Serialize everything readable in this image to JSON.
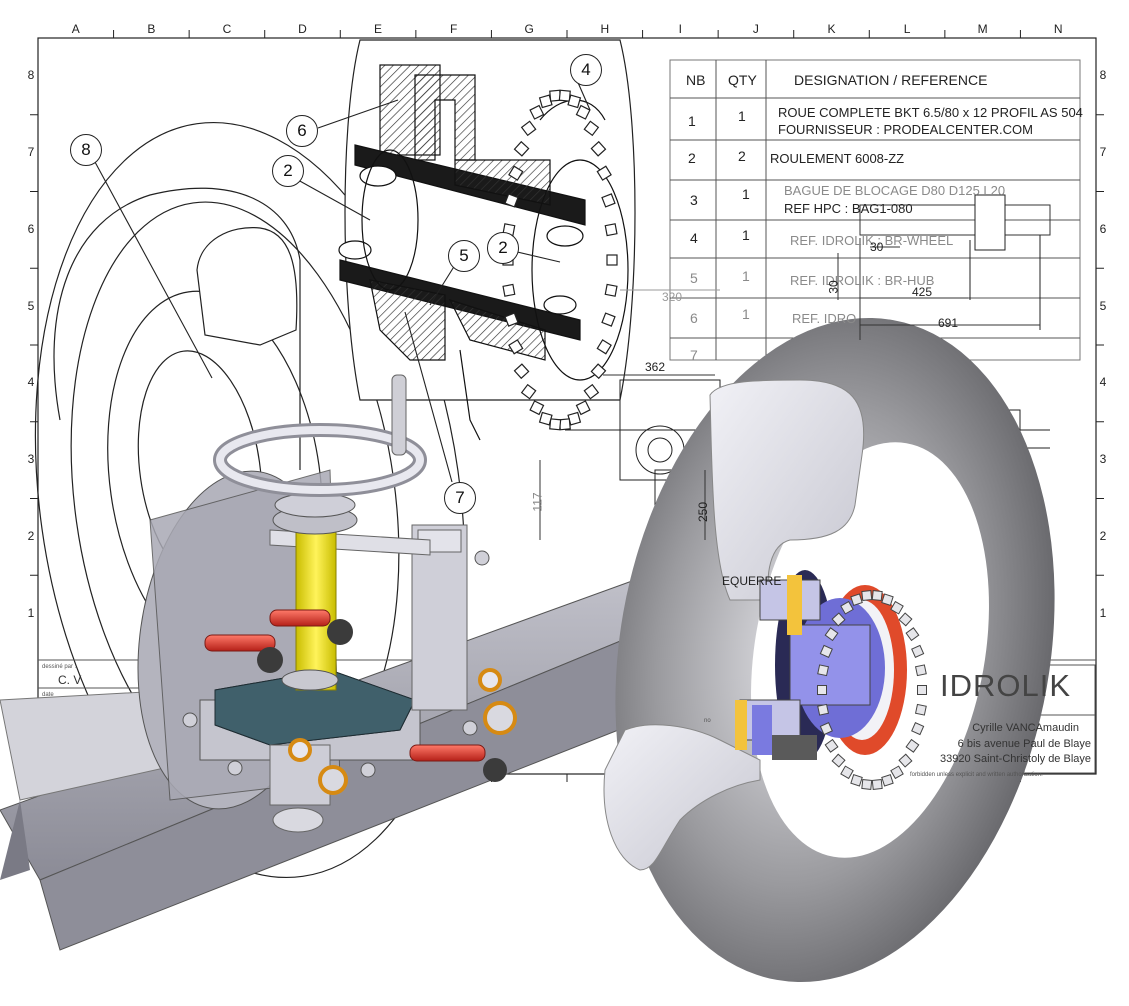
{
  "grid": {
    "columns": [
      "A",
      "B",
      "C",
      "D",
      "E",
      "F",
      "G",
      "H",
      "I",
      "J",
      "K",
      "L",
      "M",
      "N"
    ],
    "rows_left": [
      "8",
      "7",
      "6",
      "5",
      "4",
      "3",
      "2",
      "1"
    ],
    "rows_right": [
      "8",
      "7",
      "6",
      "5",
      "4",
      "3",
      "2",
      "1"
    ]
  },
  "bom": {
    "headers": {
      "nb": "NB",
      "qty": "QTY",
      "designation": "DESIGNATION / REFERENCE"
    },
    "rows": [
      {
        "nb": "1",
        "qty": "1",
        "line1": "ROUE COMPLETE BKT 6.5/80 x 12 PROFIL AS 504",
        "line2": "FOURNISSEUR : PRODEALCENTER.COM"
      },
      {
        "nb": "2",
        "qty": "2",
        "line1": "ROULEMENT 6008-ZZ",
        "line2": ""
      },
      {
        "nb": "3",
        "qty": "1",
        "line1": "BAGUE DE BLOCAGE D80 D125 L20",
        "line2": "REF HPC : BAG1-080"
      },
      {
        "nb": "4",
        "qty": "1",
        "line1": "REF. IDROLIK : BR-WHEEL",
        "line2": ""
      },
      {
        "nb": "5",
        "qty": "1",
        "line1": "REF. IDROLIK : BR-HUB",
        "line2": ""
      },
      {
        "nb": "6",
        "qty": "1",
        "line1": "REF. IDRO",
        "line2": ""
      },
      {
        "nb": "7",
        "qty": "",
        "line1": "",
        "line2": ""
      }
    ]
  },
  "callouts": [
    "8",
    "6",
    "2",
    "4",
    "5",
    "2",
    "7"
  ],
  "dimensions": {
    "d30": "30",
    "d30b": "30",
    "d425": "425",
    "d691": "691",
    "d320": "320",
    "d362": "362",
    "d117": "117",
    "d250": "250",
    "equerre": "EQUERRE"
  },
  "title_block": {
    "brand": "IDROLIK",
    "name": "Cyrille VANCAmaudin",
    "address1": "6 bis avenue Paul de Blaye",
    "address2": "33920 Saint-Christoly de Blaye",
    "rights": "forbidden unless explicit and written authorization.",
    "drawn_by_label": "dessiné par :",
    "drawn_by": "C. V",
    "date_label": "date",
    "note": "no"
  },
  "colors": {
    "line": "#1a1a1a",
    "hatch": "#333333",
    "frame_grey": "#a6a6b3",
    "frame_dark": "#6d6d78",
    "tire_grey": "#8e8e8e",
    "yellow": "#f2e600",
    "red": "#e23b2e",
    "orange": "#f5a623",
    "blue_hub": "#7a7ae0",
    "plate": "#3f5863"
  }
}
